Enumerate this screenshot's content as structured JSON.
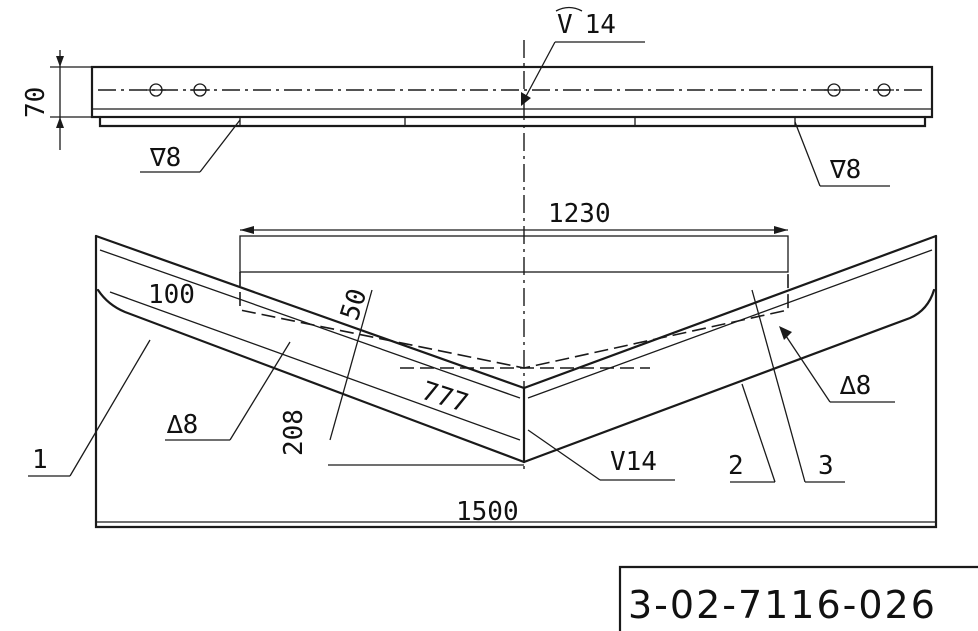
{
  "drawing_number": "3-02-7116-026",
  "top_view": {
    "weld_top": "14",
    "height_dim": "70",
    "weld_left": "8",
    "weld_right": "8"
  },
  "front_view": {
    "dim_width_inner": "1230",
    "dim_width_total": "1500",
    "dim_100": "100",
    "dim_50": "50",
    "dim_777": "777",
    "dim_208": "208",
    "weld_left": "8",
    "weld_right": "8",
    "weld_bottom": "14",
    "part_1": "1",
    "part_2": "2",
    "part_3": "3"
  }
}
